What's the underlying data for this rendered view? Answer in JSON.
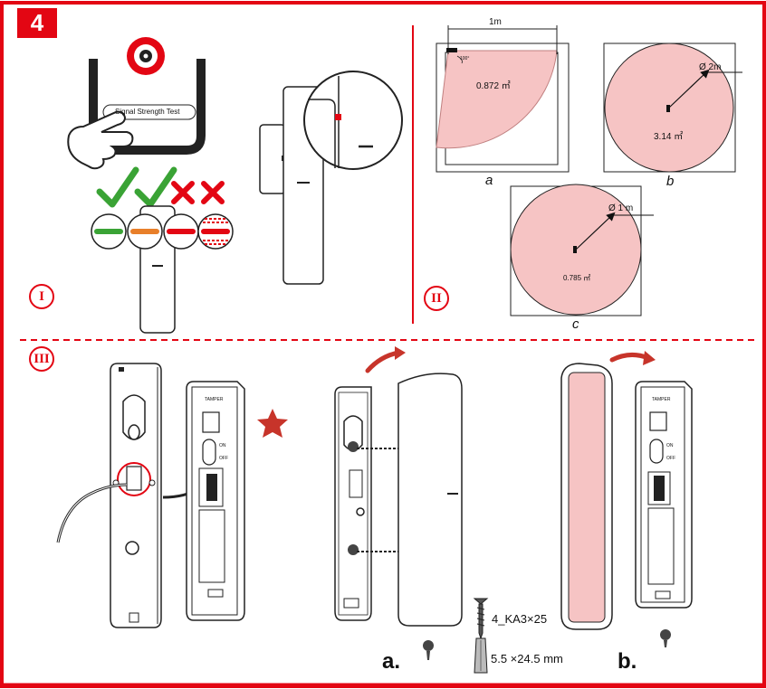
{
  "step_number": "4",
  "sections": {
    "one": "I",
    "two": "II",
    "three": "III"
  },
  "signal_test_button": "Signal Strength Test",
  "tamper_label": "TAMPER",
  "switch_on": "ON",
  "switch_off": "OFF",
  "coverage": {
    "a": {
      "caption": "a",
      "width_label": "1m",
      "area": "0.872 ㎡",
      "angle": "100°"
    },
    "b": {
      "caption": "b",
      "diameter": "Ø 2m",
      "area": "3.14 ㎡"
    },
    "c": {
      "caption": "c",
      "diameter": "Ø 1 m",
      "area": "0.785 ㎡"
    }
  },
  "install": {
    "a": "a.",
    "b": "b.",
    "screw_spec": "4_KA3×25",
    "anchor_spec": "5.5 ×24.5 mm"
  },
  "led_states": [
    {
      "color": "#3aa335",
      "ok": true
    },
    {
      "color": "#e87f2a",
      "ok": true
    },
    {
      "color": "#e30613",
      "ok": false
    },
    {
      "color": "#e30613",
      "ok": false,
      "blinking": true
    }
  ],
  "colors": {
    "accent": "#e30613",
    "zone_fill": "#f6c4c4",
    "check": "#3aa335"
  }
}
